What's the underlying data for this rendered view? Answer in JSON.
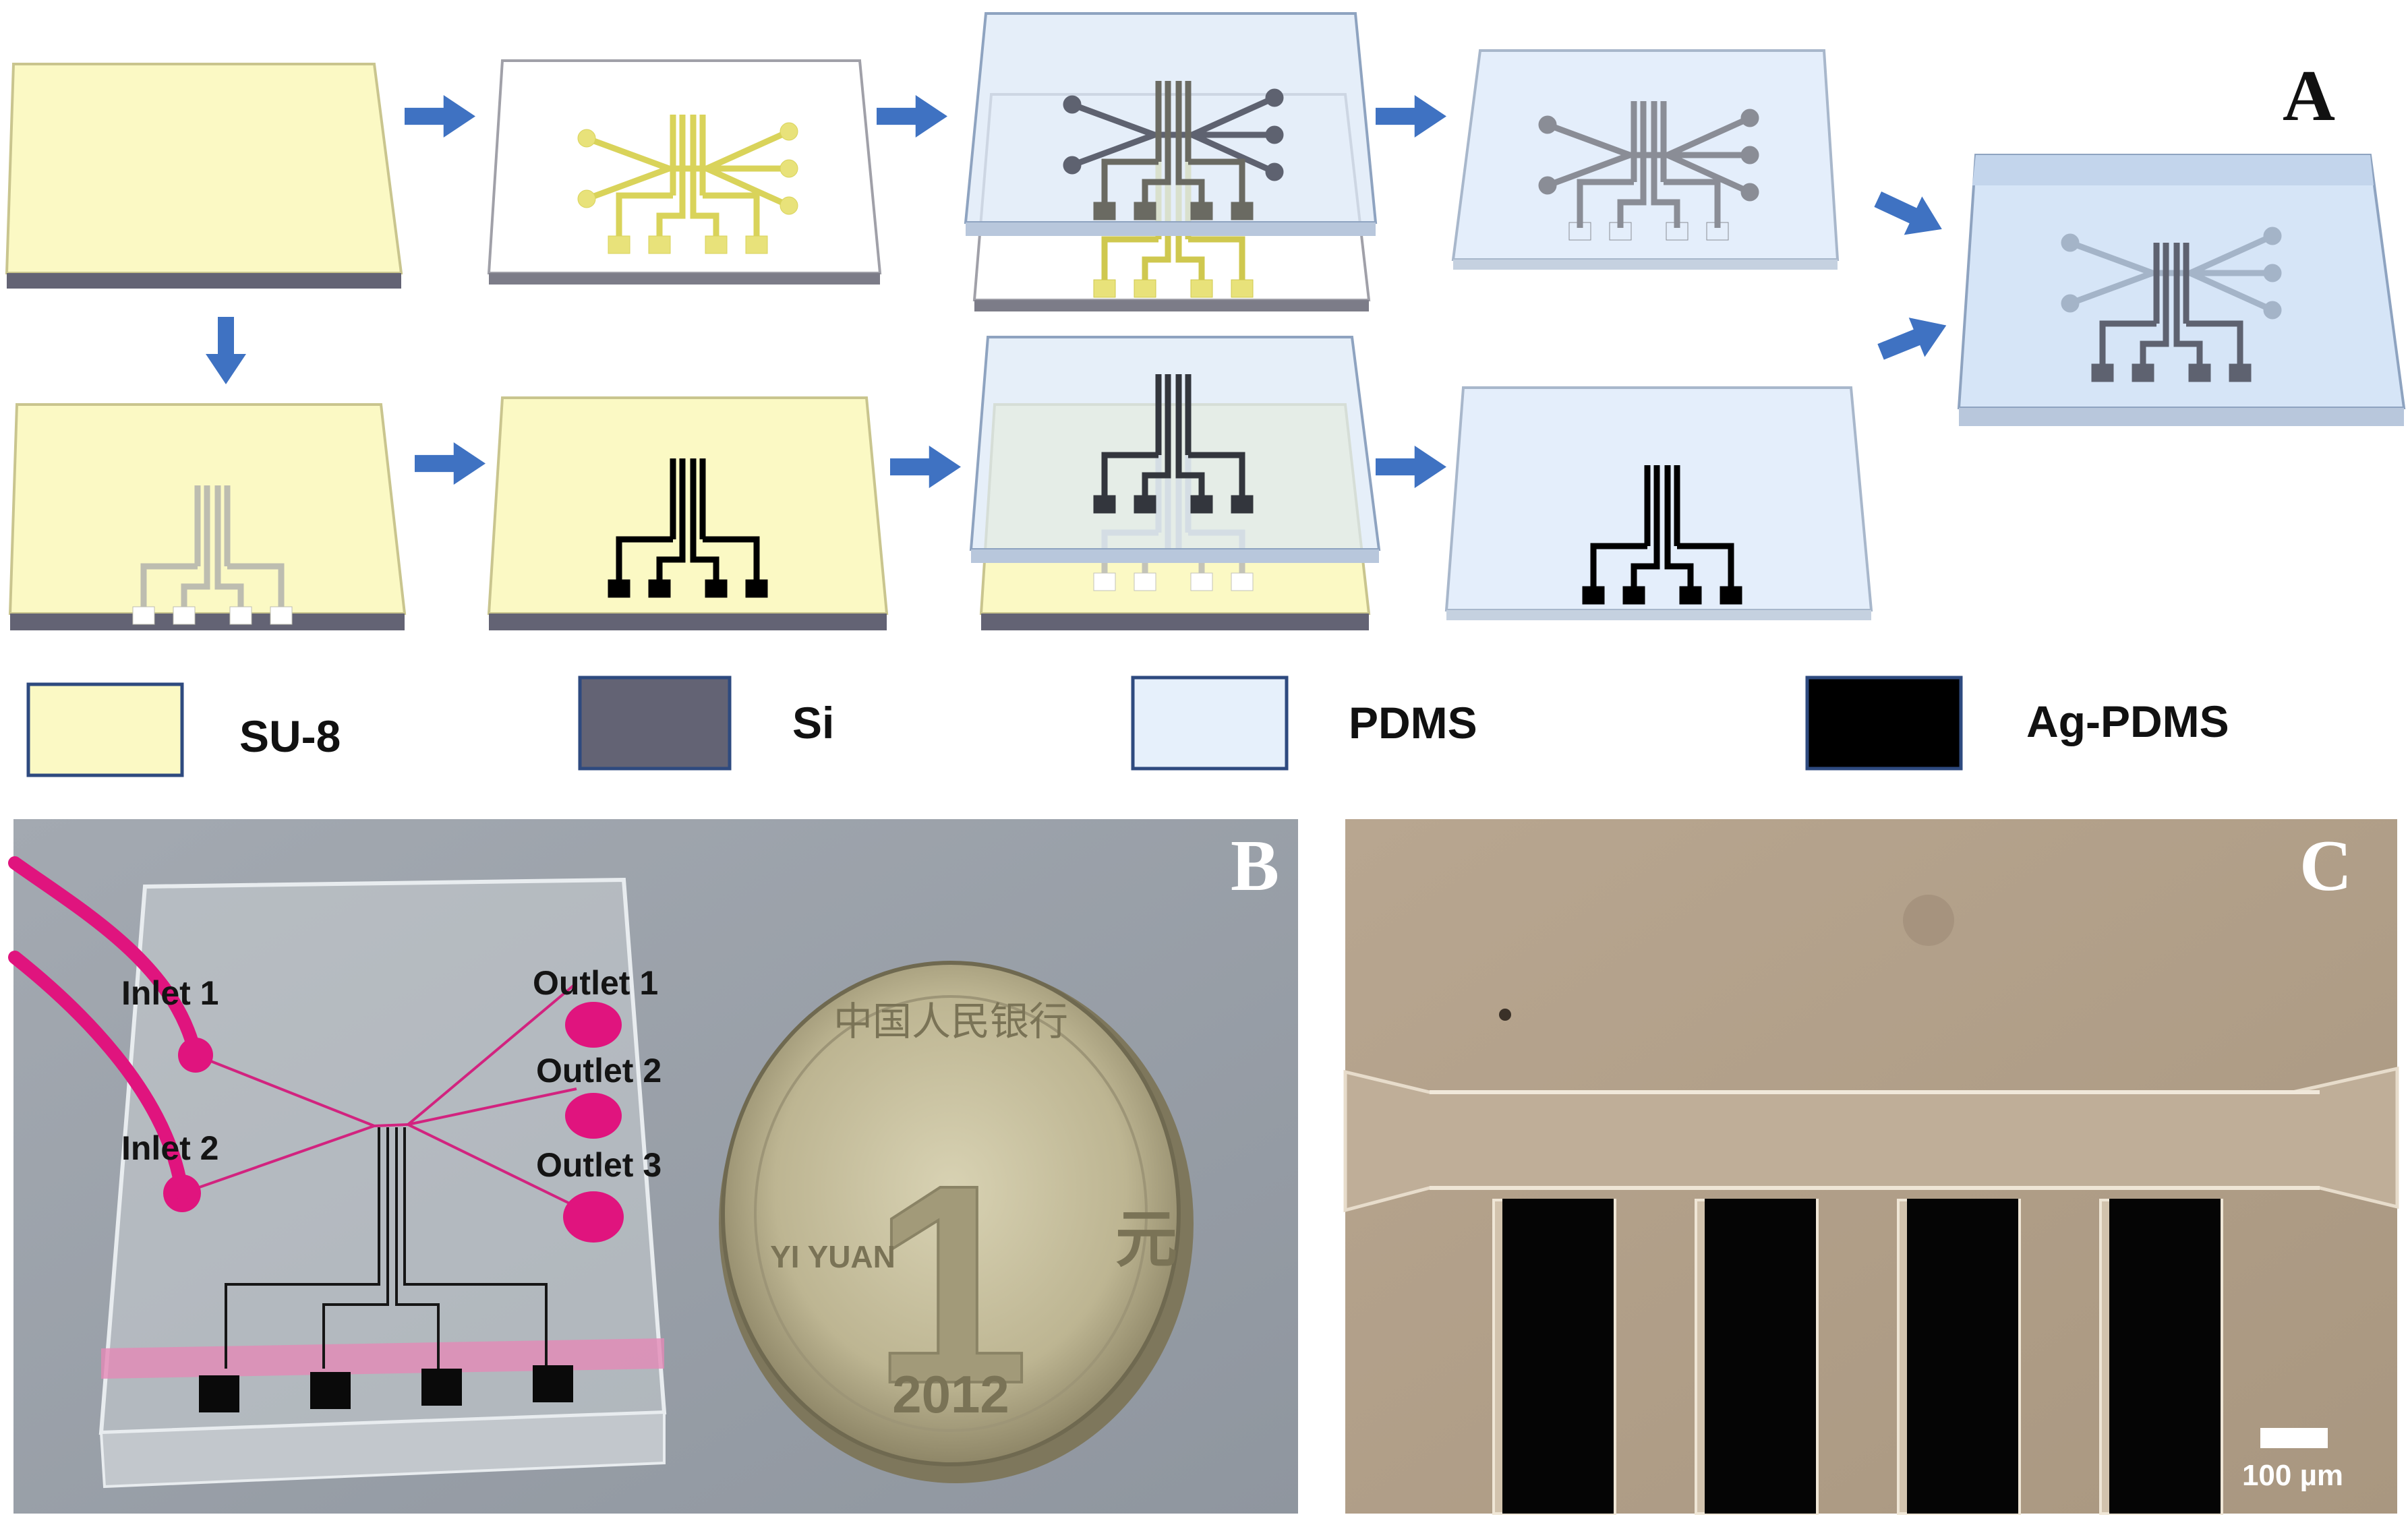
{
  "panels": {
    "a": "A",
    "b": "B",
    "c": "C"
  },
  "legend": [
    {
      "label": "SU-8",
      "color": "#fbf9c4"
    },
    {
      "label": "Si",
      "color": "#636374"
    },
    {
      "label": "PDMS",
      "color": "#e6f0fb"
    },
    {
      "label": "Ag-PDMS",
      "color": "#000000"
    }
  ],
  "colors": {
    "su8": "#fbf9c4",
    "si": "#636374",
    "pdms": "#e4eefb",
    "ag_pdms": "#000000",
    "arrow": "#3f72c2",
    "tubing": "#e0147e"
  },
  "photo_b": {
    "inlets": [
      "Inlet 1",
      "Inlet 2"
    ],
    "outlets": [
      "Outlet 1",
      "Outlet 2",
      "Outlet 3"
    ],
    "coin": {
      "denomination": "1",
      "text_top": "中国人民银行",
      "text_left": "YI YUAN",
      "char": "元",
      "year": "2012"
    }
  },
  "micrograph_c": {
    "scale_bar": "100 µm"
  }
}
